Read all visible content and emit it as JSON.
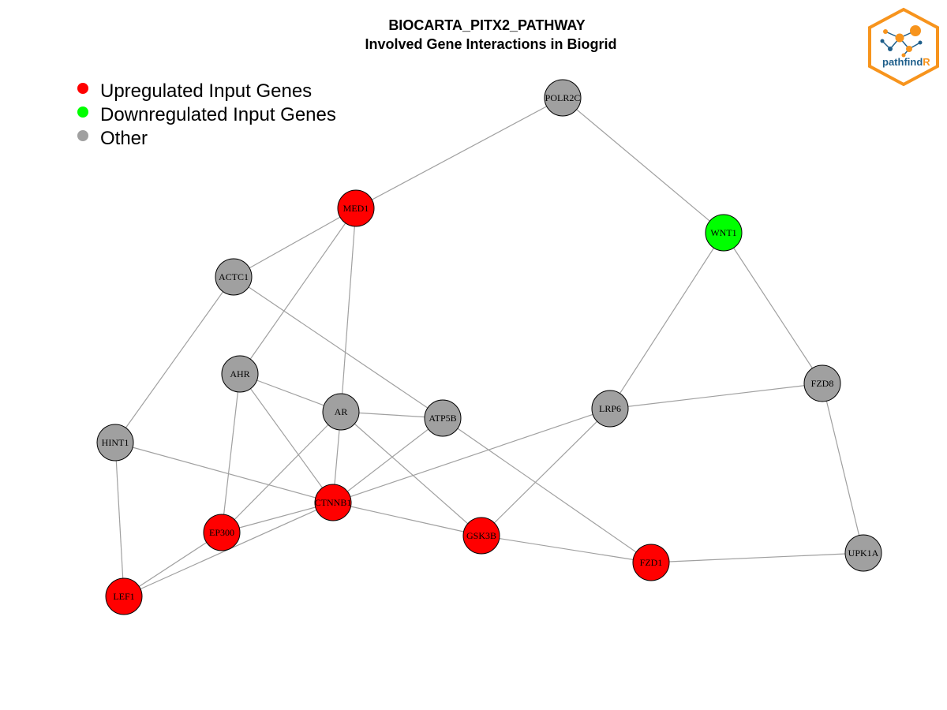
{
  "title": {
    "line1": "BIOCARTA_PITX2_PATHWAY",
    "line2": "Involved Gene Interactions in Biogrid"
  },
  "legend": [
    {
      "label": "Upregulated Input Genes",
      "color": "#ff0000"
    },
    {
      "label": "Downregulated Input Genes",
      "color": "#00ff00"
    },
    {
      "label": "Other",
      "color": "#a0a0a0"
    }
  ],
  "logo": {
    "text_main": "pathfind",
    "text_accent": "R",
    "border_color": "#f7941d",
    "text_color": "#1f5f8b",
    "accent_color": "#f7941d"
  },
  "colors": {
    "up": "#ff0000",
    "down": "#00ff00",
    "other": "#a0a0a0",
    "edge": "#a0a0a0"
  },
  "network": {
    "nodes": [
      {
        "id": "POLR2C",
        "label": "POLR2C",
        "status": "other"
      },
      {
        "id": "MED1",
        "label": "MED1",
        "status": "up"
      },
      {
        "id": "WNT1",
        "label": "WNT1",
        "status": "down"
      },
      {
        "id": "ACTC1",
        "label": "ACTC1",
        "status": "other"
      },
      {
        "id": "AHR",
        "label": "AHR",
        "status": "other"
      },
      {
        "id": "AR",
        "label": "AR",
        "status": "other"
      },
      {
        "id": "ATP5B",
        "label": "ATP5B",
        "status": "other"
      },
      {
        "id": "LRP6",
        "label": "LRP6",
        "status": "other"
      },
      {
        "id": "FZD8",
        "label": "FZD8",
        "status": "other"
      },
      {
        "id": "HINT1",
        "label": "HINT1",
        "status": "other"
      },
      {
        "id": "CTNNB1",
        "label": "CTNNB1",
        "status": "up"
      },
      {
        "id": "EP300",
        "label": "EP300",
        "status": "up"
      },
      {
        "id": "GSK3B",
        "label": "GSK3B",
        "status": "up"
      },
      {
        "id": "FZD1",
        "label": "FZD1",
        "status": "up"
      },
      {
        "id": "UPK1A",
        "label": "UPK1A",
        "status": "other"
      },
      {
        "id": "LEF1",
        "label": "LEF1",
        "status": "up"
      }
    ],
    "edges": [
      [
        "POLR2C",
        "MED1"
      ],
      [
        "POLR2C",
        "WNT1"
      ],
      [
        "MED1",
        "ACTC1"
      ],
      [
        "MED1",
        "AHR"
      ],
      [
        "MED1",
        "AR"
      ],
      [
        "WNT1",
        "LRP6"
      ],
      [
        "WNT1",
        "FZD8"
      ],
      [
        "ACTC1",
        "HINT1"
      ],
      [
        "ACTC1",
        "ATP5B"
      ],
      [
        "AHR",
        "AR"
      ],
      [
        "AHR",
        "EP300"
      ],
      [
        "AHR",
        "CTNNB1"
      ],
      [
        "AR",
        "ATP5B"
      ],
      [
        "AR",
        "CTNNB1"
      ],
      [
        "AR",
        "EP300"
      ],
      [
        "AR",
        "GSK3B"
      ],
      [
        "ATP5B",
        "CTNNB1"
      ],
      [
        "ATP5B",
        "FZD1"
      ],
      [
        "LRP6",
        "FZD8"
      ],
      [
        "LRP6",
        "CTNNB1"
      ],
      [
        "LRP6",
        "GSK3B"
      ],
      [
        "FZD8",
        "UPK1A"
      ],
      [
        "HINT1",
        "CTNNB1"
      ],
      [
        "HINT1",
        "LEF1"
      ],
      [
        "CTNNB1",
        "EP300"
      ],
      [
        "CTNNB1",
        "LEF1"
      ],
      [
        "CTNNB1",
        "GSK3B"
      ],
      [
        "EP300",
        "LEF1"
      ],
      [
        "GSK3B",
        "FZD1"
      ],
      [
        "FZD1",
        "UPK1A"
      ]
    ]
  }
}
